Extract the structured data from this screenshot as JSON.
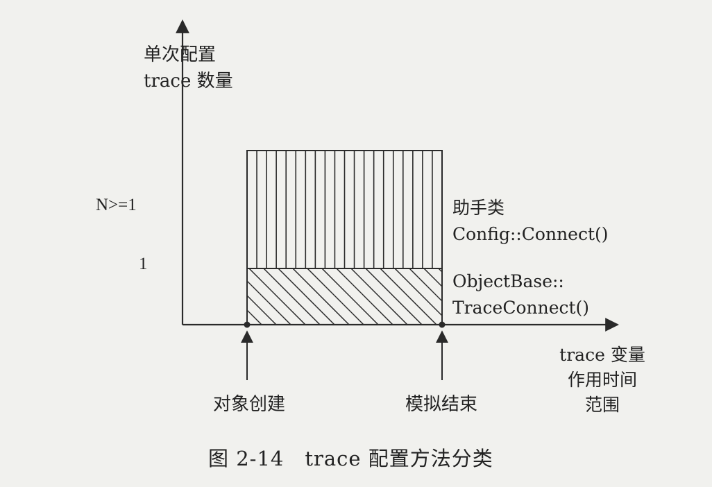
{
  "y_axis_label": [
    "单次配置",
    "trace 数量"
  ],
  "y_ticks": {
    "upper": "N>=1",
    "lower": "1"
  },
  "upper_region_label": [
    "助手类",
    "Config::Connect()"
  ],
  "lower_region_label": [
    "ObjectBase::",
    "TraceConnect()"
  ],
  "x_axis_label": [
    "trace 变量",
    "作用时间",
    "范围"
  ],
  "events": {
    "start": "对象创建",
    "end": "模拟结束"
  },
  "caption": "图 2-14　trace 配置方法分类",
  "colors": {
    "ink": "#2a2a2a",
    "paper": "#f1f1ee"
  }
}
